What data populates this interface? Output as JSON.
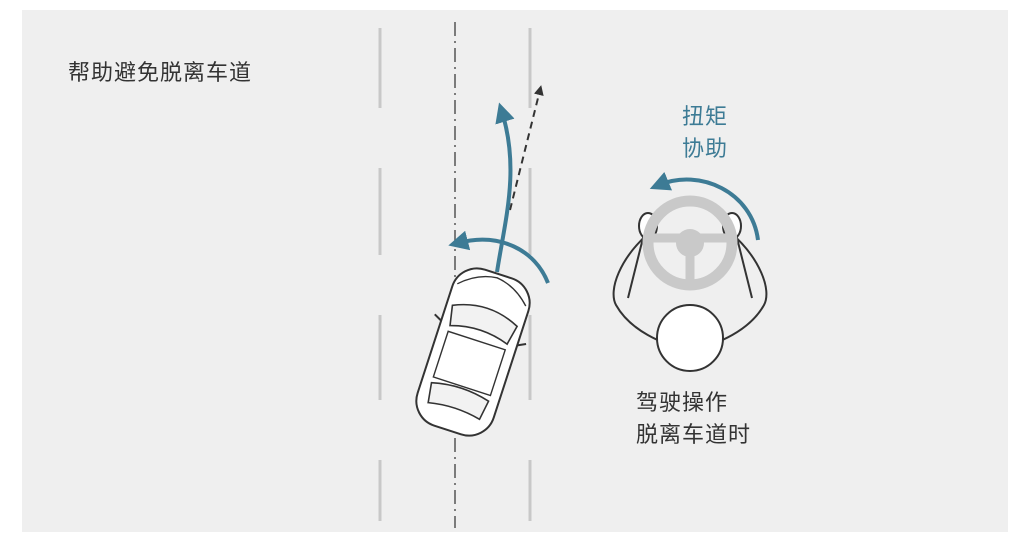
{
  "title": "帮助避免脱离车道",
  "torque_label": {
    "line1": "扭矩",
    "line2": "协助"
  },
  "driver_label": {
    "line1": "驾驶操作",
    "line2": "脱离车道时"
  },
  "colors": {
    "background": "#efefef",
    "accent": "#3d7b95",
    "lane_line": "#c8c8c8",
    "text": "#333333"
  },
  "icons": [
    "car-icon",
    "steering-wheel-icon",
    "driver-icon",
    "arrow-icon"
  ]
}
